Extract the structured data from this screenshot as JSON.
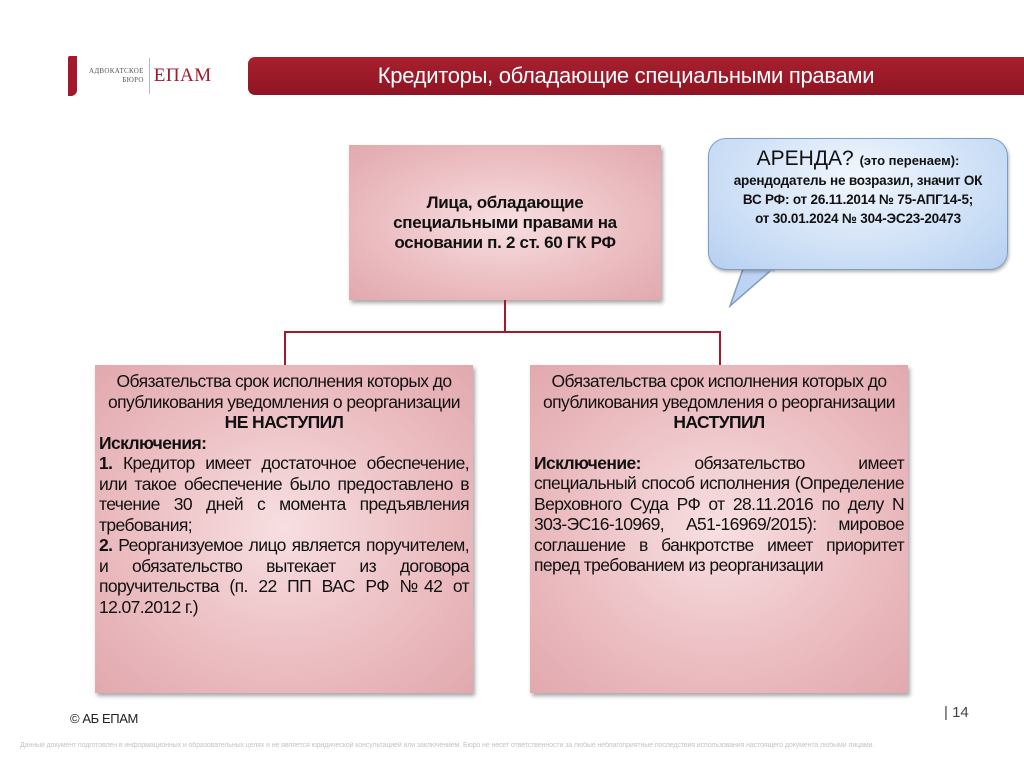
{
  "logo": {
    "small_line1": "АДВОКАТСКОЕ",
    "small_line2": "БЮРО",
    "main": "ЕПАМ"
  },
  "header": {
    "title": "Кредиторы, обладающие специальными правами"
  },
  "top_box": {
    "text": "Лица, обладающие специальными правами на основании п. 2 ст. 60 ГК РФ"
  },
  "left_box": {
    "line1": "Обязательства срок исполнения которых до опубликования уведомления о реорганизации",
    "status": "НЕ НАСТУПИЛ",
    "exceptions_label": "Исключения:",
    "item1_num": "1.",
    "item1_text": "Кредитор имеет достаточное обеспечение, или такое обеспечение было предоставлено в течение 30 дней с момента предъявления требования;",
    "item2_num": "2.",
    "item2_text": "Реорганизуемое лицо является поручителем, и обязательство вытекает из договора поручительства (п. 22 ПП ВАС РФ №42 от 12.07.2012 г.)"
  },
  "right_box": {
    "line1": "Обязательства срок исполнения которых до опубликования уведомления о реорганизации",
    "status": "НАСТУПИЛ",
    "exception_label": "Исключение:",
    "exception_text": "обязательство имеет специальный способ исполнения (Определение Верховного Суда РФ от 28.11.2016 по делу N 303-ЭС16-10969, А51-16969/2015): мировое соглашение в банкротстве имеет приоритет перед требованием из реорганизации"
  },
  "callout": {
    "title": "АРЕНДА?",
    "title_note": "(это перенаем):",
    "line1": "арендодатель не возразил, значит ОК",
    "line2": "ВС РФ: от 26.11.2014 № 75-АПГ14-5;",
    "line3": "от 30.01.2024 № 304-ЭС23-20473"
  },
  "footer": {
    "copyright": "© АБ ЕПАМ",
    "page_number": "| 14",
    "disclaimer": "Данный документ подготовлен в информационных и образовательных целях и не является юридической консультацией или заключением. Бюро не несет ответственности за любые неблагоприятные последствия использования настоящего документа любыми лицами."
  },
  "colors": {
    "brand": "#a3192b",
    "box": "#ebbcc0",
    "callout": "#c8dcf5"
  }
}
